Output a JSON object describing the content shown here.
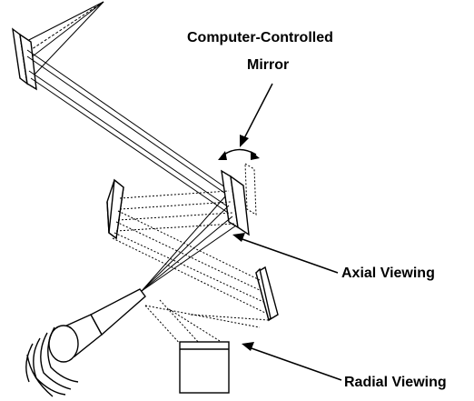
{
  "labels": {
    "computer_controlled_mirror_line1": "Computer-Controlled",
    "computer_controlled_mirror_line2": "Mirror",
    "axial_viewing": "Axial Viewing",
    "radial_viewing": "Radial Viewing"
  },
  "colors": {
    "ink": "#000000",
    "background": "#ffffff"
  }
}
